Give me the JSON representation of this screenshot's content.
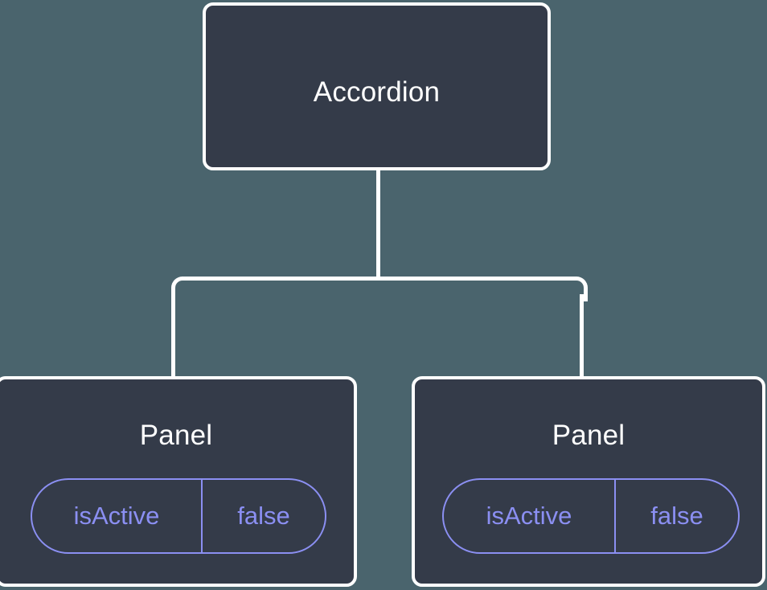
{
  "diagram": {
    "type": "component-tree",
    "background_color": "#4a646d",
    "node_fill_color": "#343b49",
    "node_border_color": "#ffffff",
    "node_text_color": "#ffffff",
    "pill_color": "#8b8ff2",
    "edge_color": "#ffffff",
    "root": {
      "label": "Accordion"
    },
    "children": [
      {
        "label": "Panel",
        "attribute": {
          "key": "isActive",
          "value": "false"
        }
      },
      {
        "label": "Panel",
        "attribute": {
          "key": "isActive",
          "value": "false"
        }
      }
    ]
  }
}
